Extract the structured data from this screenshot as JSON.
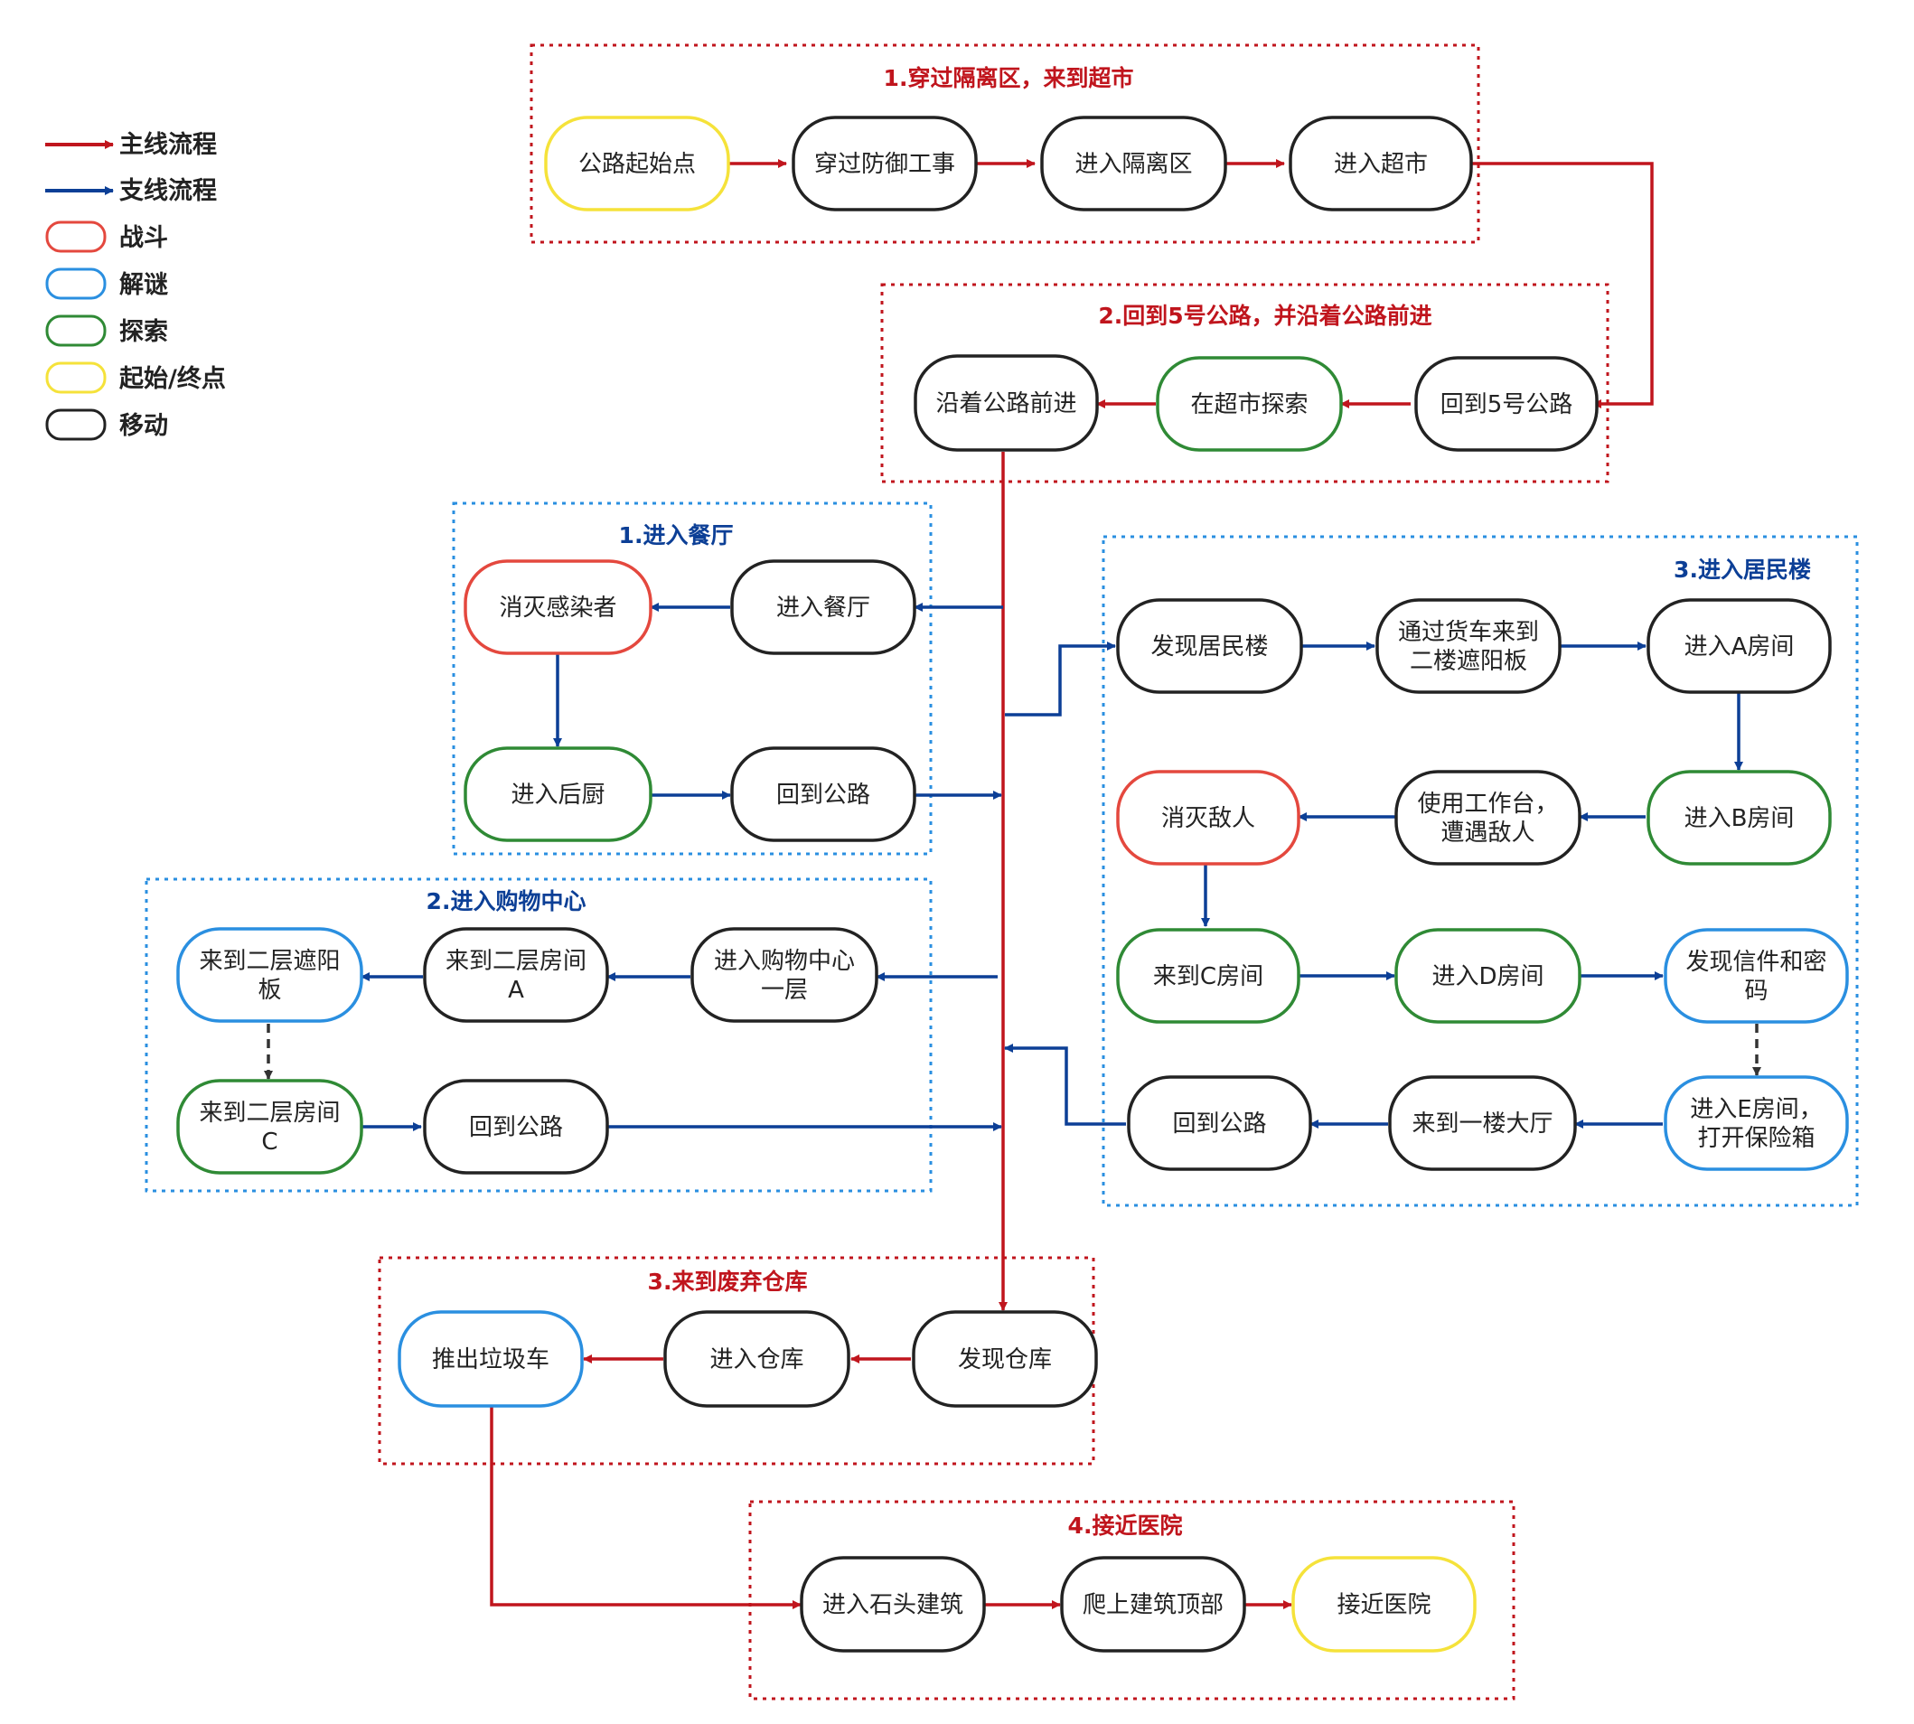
{
  "colors": {
    "main": "#c0151d",
    "branch": "#0c3f96",
    "combat": "#e4483e",
    "puzzle": "#2a8fe0",
    "explore": "#2f8a35",
    "startend": "#f5e23a",
    "move": "#222222",
    "group_main": "#c0151d",
    "group_branch": "#2a8fe0",
    "title_branch": "#0c3f96"
  },
  "legend": {
    "main": "主线流程",
    "branch": "支线流程",
    "combat": "战斗",
    "puzzle": "解谜",
    "explore": "探索",
    "startend": "起始/终点",
    "move": "移动"
  },
  "groups": {
    "g1": "1.穿过隔离区，来到超市",
    "g2": "2.回到5号公路，并沿着公路前进",
    "b1": "1.进入餐厅",
    "b2": "2.进入购物中心",
    "b3": "3.进入居民楼",
    "g3": "3.来到废弃仓库",
    "g4": "4.接近医院"
  },
  "nodes": {
    "n1": "公路起始点",
    "n2": "穿过防御工事",
    "n3": "进入隔离区",
    "n4": "进入超市",
    "n5": "回到5号公路",
    "n6": "在超市探索",
    "n7": "沿着公路前进",
    "r1": "进入餐厅",
    "r2": "消灭感染者",
    "r3": "进入后厨",
    "r4": "回到公路",
    "s1": [
      "进入购物中心",
      "一层"
    ],
    "s2": [
      "来到二层房间",
      "A"
    ],
    "s3": [
      "来到二层遮阳",
      "板"
    ],
    "s4": [
      "来到二层房间",
      "C"
    ],
    "s5": "回到公路",
    "h1": "发现居民楼",
    "h2": [
      "通过货车来到",
      "二楼遮阳板"
    ],
    "h3": "进入A房间",
    "h4": "进入B房间",
    "h5": [
      "使用工作台，",
      "遭遇敌人"
    ],
    "h6": "消灭敌人",
    "h7": "来到C房间",
    "h8": "进入D房间",
    "h9": [
      "发现信件和密",
      "码"
    ],
    "h10": [
      "进入E房间，",
      "打开保险箱"
    ],
    "h11": "来到一楼大厅",
    "h12": "回到公路",
    "w1": "发现仓库",
    "w2": "进入仓库",
    "w3": "推出垃圾车",
    "p1": "进入石头建筑",
    "p2": "爬上建筑顶部",
    "p3": "接近医院"
  }
}
